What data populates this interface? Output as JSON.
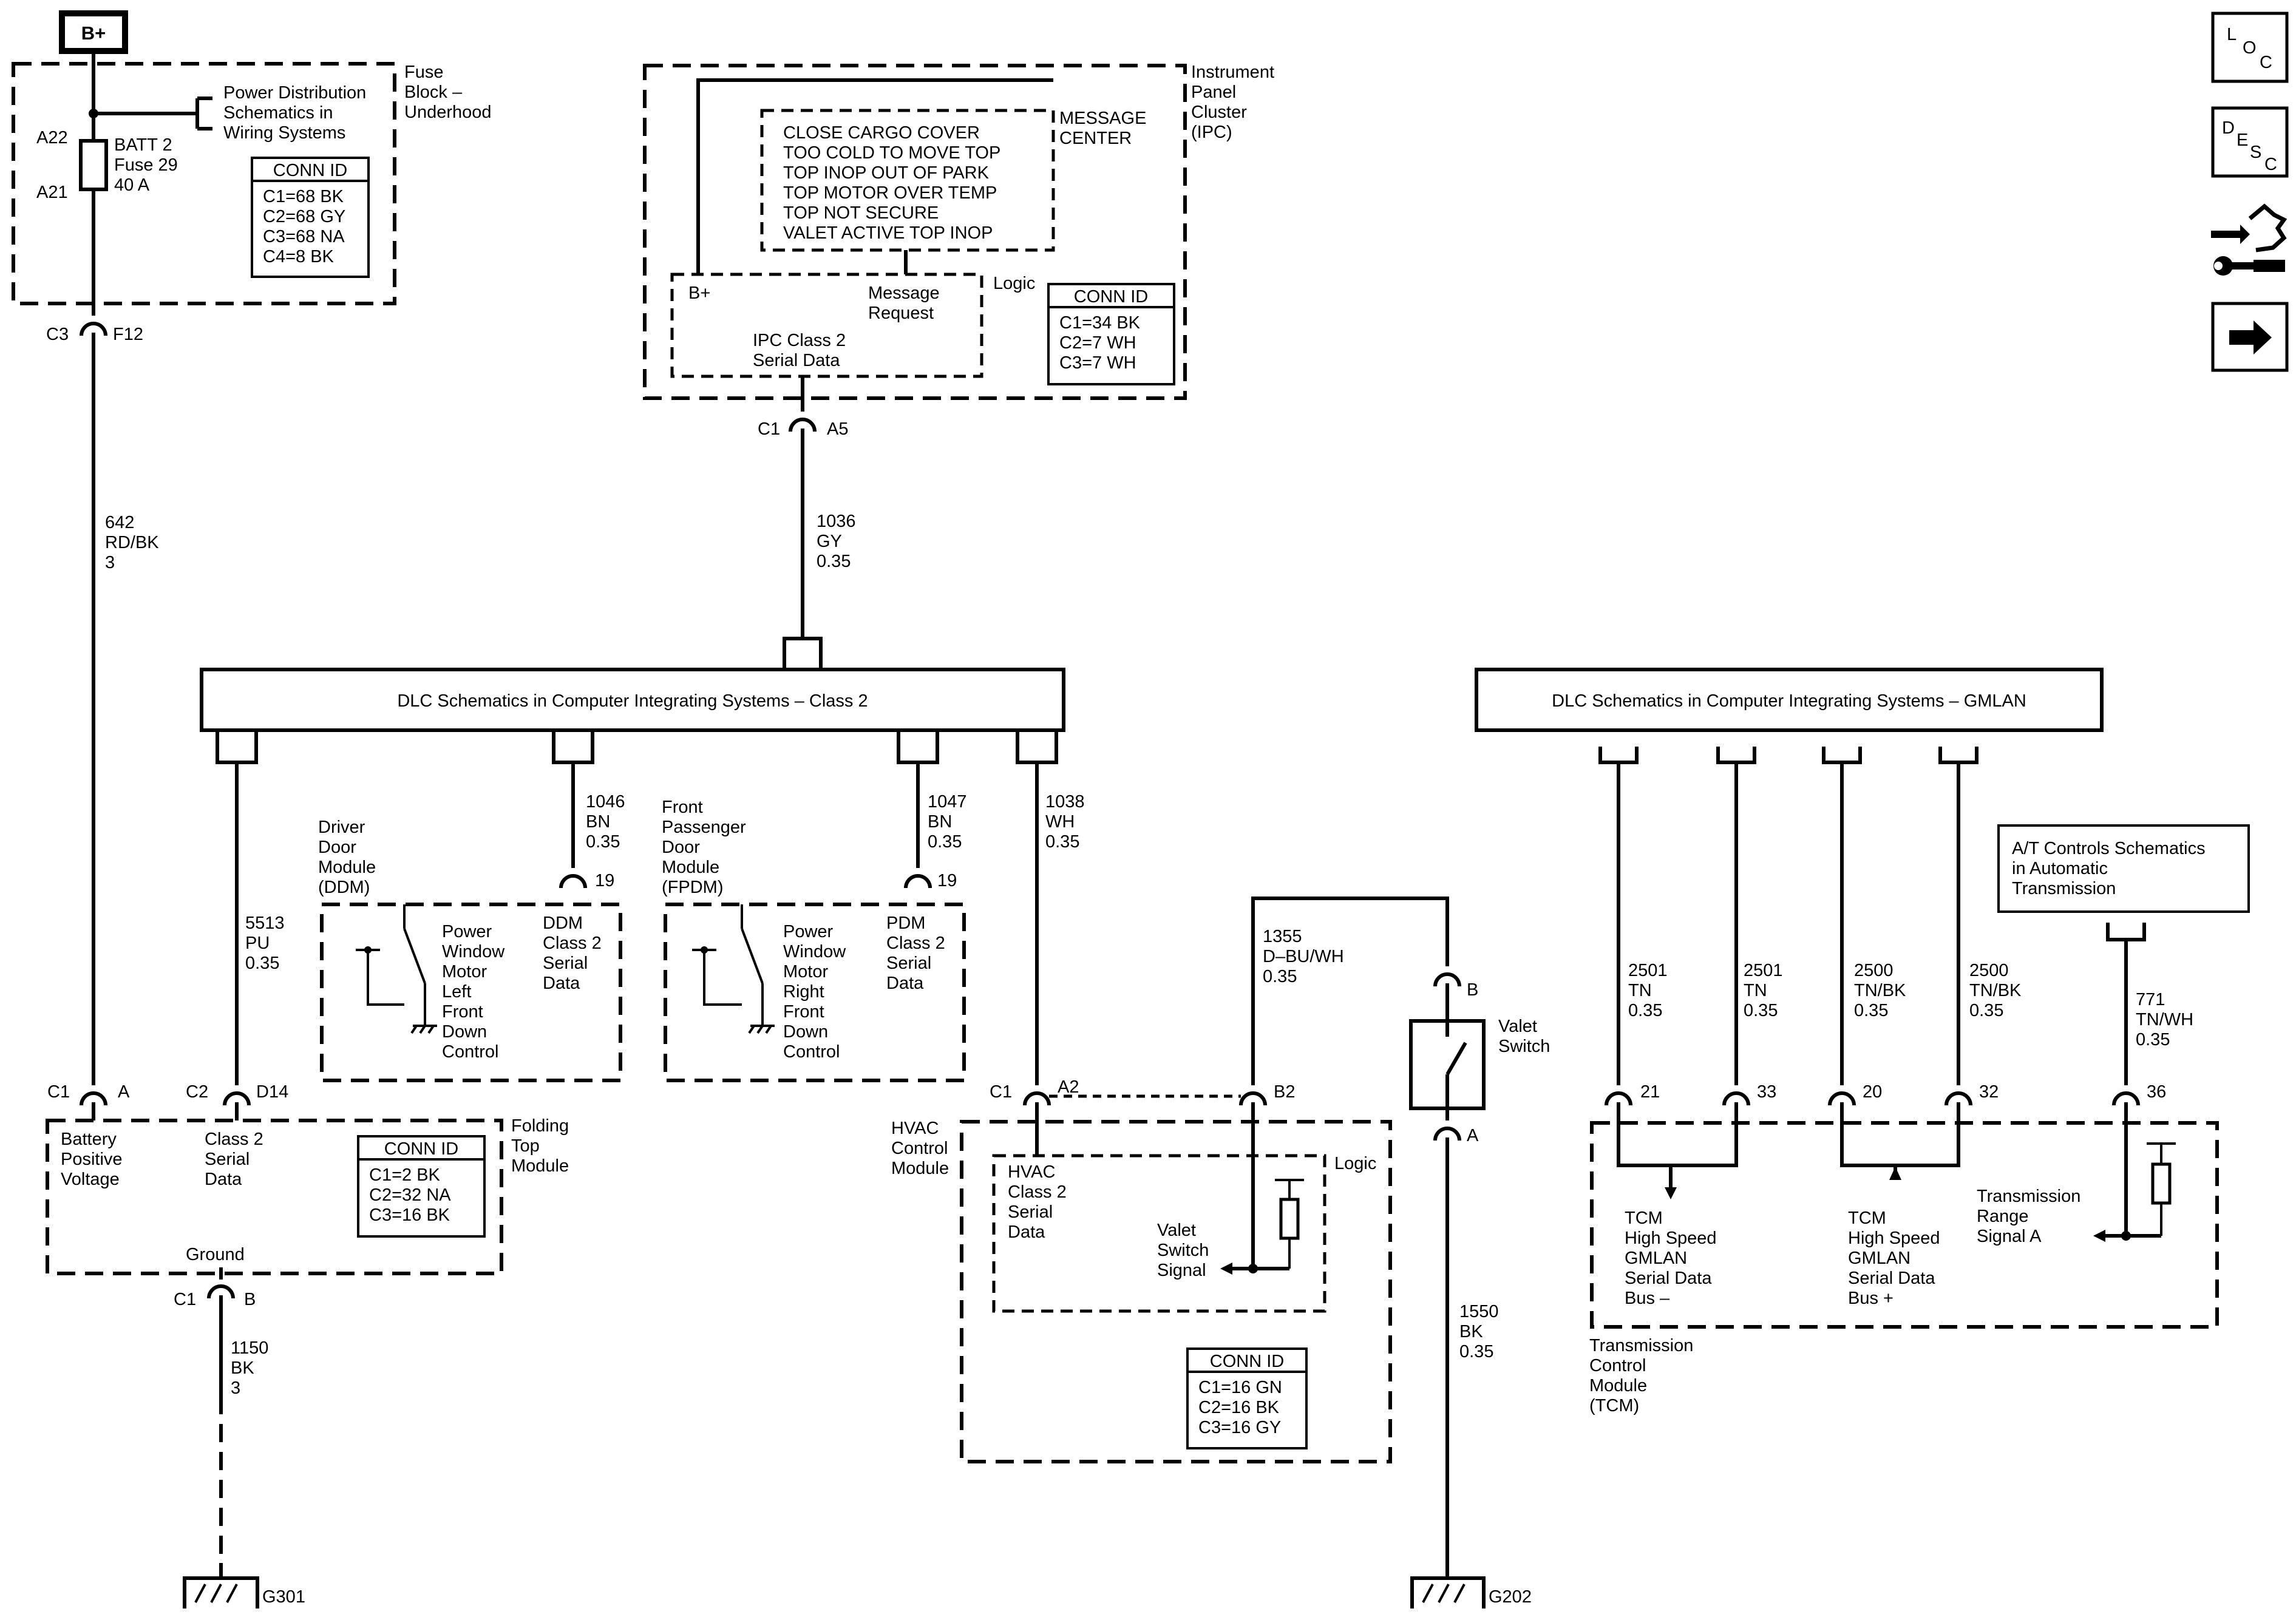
{
  "power": {
    "label": "B+"
  },
  "nav": {
    "loc_l": "L",
    "loc_o": "O",
    "loc_c": "C",
    "desc_d": "D",
    "desc_e": "E",
    "desc_s": "S",
    "desc_c": "C"
  },
  "fuse_block": {
    "title": [
      "Fuse",
      "Block –",
      "Underhood"
    ],
    "ref": [
      "Power Distribution",
      "Schematics in",
      "Wiring Systems"
    ],
    "fuse": [
      "BATT 2",
      "Fuse 29",
      "40 A"
    ],
    "pin_top": "A22",
    "pin_bottom": "A21",
    "conn_id": {
      "title": "CONN ID",
      "rows": [
        "C1=68 BK",
        "C2=68 GY",
        "C3=68 NA",
        "C4=8 BK"
      ]
    },
    "connector": {
      "c": "C3",
      "pin": "F12"
    }
  },
  "ipc": {
    "title": [
      "Instrument",
      "Panel",
      "Cluster",
      "(IPC)"
    ],
    "messages": [
      "CLOSE CARGO COVER",
      "TOO COLD TO MOVE TOP",
      "TOP INOP OUT OF PARK",
      "TOP MOTOR OVER TEMP",
      "TOP NOT SECURE",
      "VALET ACTIVE TOP INOP"
    ],
    "message_center": [
      "MESSAGE",
      "CENTER"
    ],
    "logic": "Logic",
    "bplus": "B+",
    "msg_request": [
      "Message",
      "Request"
    ],
    "class2": [
      "IPC Class 2",
      "Serial Data"
    ],
    "conn_id": {
      "title": "CONN ID",
      "rows": [
        "C1=34 BK",
        "C2=7 WH",
        "C3=7 WH"
      ]
    },
    "connector": {
      "c": "C1",
      "pin": "A5"
    }
  },
  "wires": {
    "w642": [
      "642",
      "RD/BK",
      "3"
    ],
    "w1036": [
      "1036",
      "GY",
      "0.35"
    ],
    "w5513": [
      "5513",
      "PU",
      "0.35"
    ],
    "w1046": [
      "1046",
      "BN",
      "0.35"
    ],
    "w1047": [
      "1047",
      "BN",
      "0.35"
    ],
    "w1038": [
      "1038",
      "WH",
      "0.35"
    ],
    "w1355": [
      "1355",
      "D–BU/WH",
      "0.35"
    ],
    "w1150": [
      "1150",
      "BK",
      "3"
    ],
    "w1550": [
      "1550",
      "BK",
      "0.35"
    ],
    "w2501a": [
      "2501",
      "TN",
      "0.35"
    ],
    "w2501b": [
      "2501",
      "TN",
      "0.35"
    ],
    "w2500a": [
      "2500",
      "TN/BK",
      "0.35"
    ],
    "w2500b": [
      "2500",
      "TN/BK",
      "0.35"
    ],
    "w771": [
      "771",
      "TN/WH",
      "0.35"
    ]
  },
  "dlc_class2": "DLC Schematics in Computer Integrating Systems – Class 2",
  "dlc_gmlan": "DLC Schematics in Computer Integrating Systems – GMLAN",
  "ddm": {
    "title": [
      "Driver",
      "Door",
      "Module",
      "(DDM)"
    ],
    "motor": [
      "Power",
      "Window",
      "Motor",
      "Left",
      "Front",
      "Down",
      "Control"
    ],
    "serial": [
      "DDM",
      "Class 2",
      "Serial",
      "Data"
    ],
    "pin": "19"
  },
  "fpdm": {
    "title": [
      "Front",
      "Passenger",
      "Door",
      "Module",
      "(FPDM)"
    ],
    "motor": [
      "Power",
      "Window",
      "Motor",
      "Right",
      "Front",
      "Down",
      "Control"
    ],
    "serial": [
      "PDM",
      "Class 2",
      "Serial",
      "Data"
    ],
    "pin": "19"
  },
  "folding_top": {
    "title": [
      "Folding",
      "Top",
      "Module"
    ],
    "battery": [
      "Battery",
      "Positive",
      "Voltage"
    ],
    "serial": [
      "Class 2",
      "Serial",
      "Data"
    ],
    "ground": "Ground",
    "conn_id": {
      "title": "CONN ID",
      "rows": [
        "C1=2 BK",
        "C2=32 NA",
        "C3=16 BK"
      ]
    },
    "c1": "C1",
    "pin_a": "A",
    "c2": "C2",
    "pin_d14": "D14",
    "c1b": "C1",
    "pin_b": "B"
  },
  "hvac": {
    "title": [
      "HVAC",
      "Control",
      "Module"
    ],
    "class2": [
      "HVAC",
      "Class 2",
      "Serial",
      "Data"
    ],
    "valet": [
      "Valet",
      "Switch",
      "Signal"
    ],
    "logic": "Logic",
    "c1": "C1",
    "a2": "A2",
    "b2": "B2",
    "conn_id": {
      "title": "CONN ID",
      "rows": [
        "C1=16 GN",
        "C2=16 BK",
        "C3=16 GY"
      ]
    }
  },
  "valet_switch": {
    "label": [
      "Valet",
      "Switch"
    ],
    "pin_b": "B",
    "pin_a": "A"
  },
  "tcm": {
    "title": [
      "Transmission",
      "Control",
      "Module",
      "(TCM)"
    ],
    "bus_minus": [
      "TCM",
      "High Speed",
      "GMLAN",
      "Serial Data",
      "Bus –"
    ],
    "bus_plus": [
      "TCM",
      "High Speed",
      "GMLAN",
      "Serial Data",
      "Bus +"
    ],
    "range": [
      "Transmission",
      "Range",
      "Signal A"
    ],
    "pins": [
      "21",
      "33",
      "20",
      "32",
      "36"
    ]
  },
  "at_ref": [
    "A/T Controls Schematics",
    "in Automatic",
    "Transmission"
  ],
  "grounds": {
    "g301": "G301",
    "g202": "G202"
  }
}
